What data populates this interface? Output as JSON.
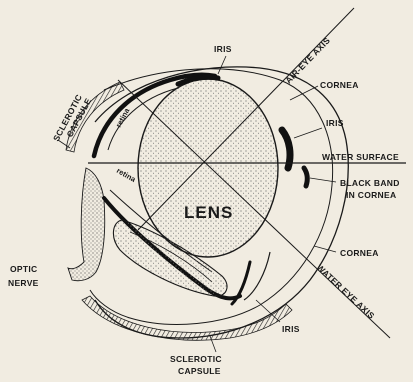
{
  "labels": {
    "iris_top": "IRIS",
    "air_eye_axis": "AIR-EYE AXIS",
    "sclerotic_capsule_left": "SCLEROTIC\nCAPSULE",
    "cornea_top": "CORNEA",
    "iris_right": "IRIS",
    "water_surface": "WATER SURFACE",
    "black_band": "BLACK BAND\nIN CORNEA",
    "lens": "LENS",
    "cornea_right": "CORNEA",
    "optic_nerve": "OPTIC\nNERVE",
    "water_eye_axis": "WATER EYE AXIS",
    "iris_bottom": "IRIS",
    "sclerotic_capsule_bottom": "SCLEROTIC\nCAPSULE",
    "retina_upper": "retina",
    "retina_lower": "retina"
  },
  "colors": {
    "paper": "#f1ece1",
    "ink": "#1a1a1a",
    "stipple": "#6b6b6b"
  }
}
